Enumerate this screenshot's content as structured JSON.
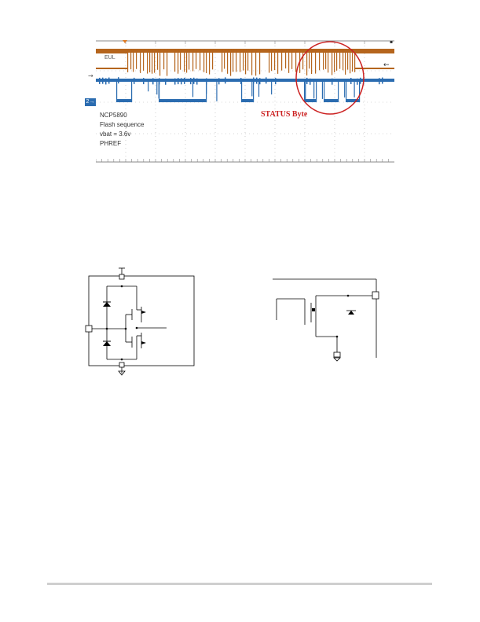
{
  "scope": {
    "channel1_tag": "EUL",
    "channel2_badge": "2→",
    "annotation_lines": [
      "NCP5890",
      "Flash sequence",
      "vbat = 3.6v",
      "PHREF"
    ],
    "status_label": "STATUS Byte",
    "colors": {
      "channel1": "#b5651d",
      "channel2": "#2b6cb0",
      "annotation": "#cc2222",
      "grid": "#b0b0b0"
    }
  },
  "circuits": {
    "left": {
      "icon": "io-protection-diode-schematic"
    },
    "right": {
      "icon": "open-drain-output-schematic"
    }
  },
  "footer": {
    "rule_color": "#cfcfcf"
  }
}
